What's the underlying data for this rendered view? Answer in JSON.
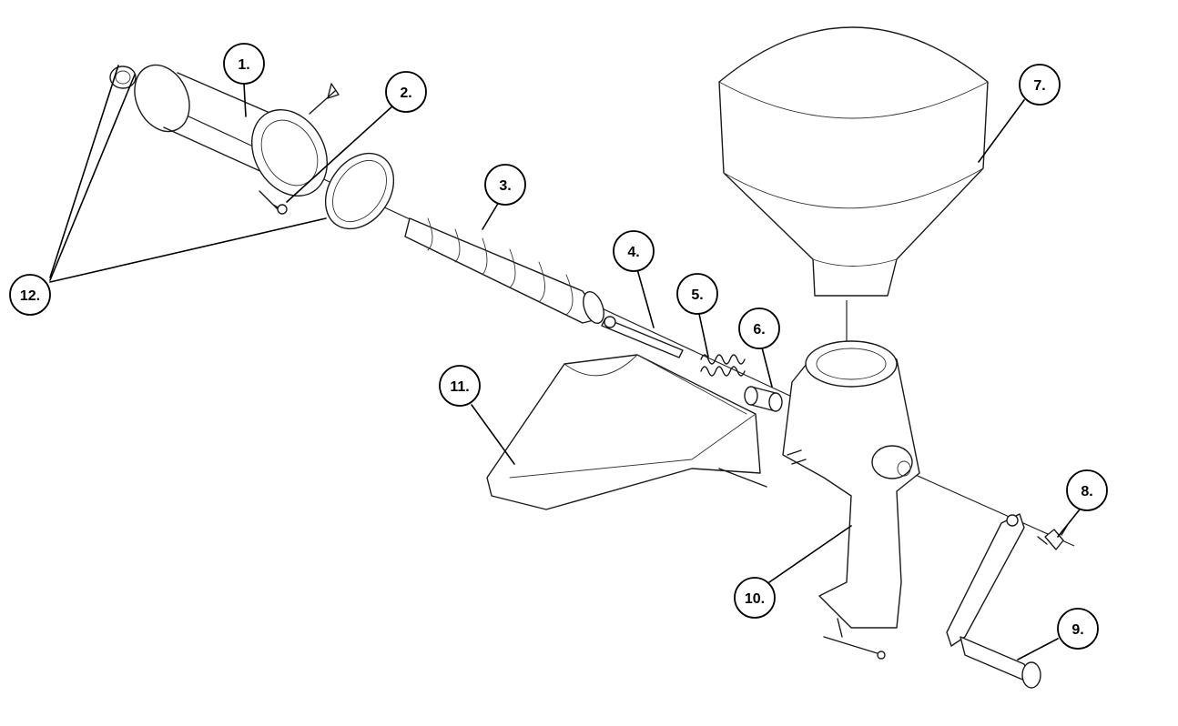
{
  "callouts": [
    {
      "id": "part-1",
      "label": "1."
    },
    {
      "id": "part-2",
      "label": "2."
    },
    {
      "id": "part-3",
      "label": "3."
    },
    {
      "id": "part-4",
      "label": "4."
    },
    {
      "id": "part-5",
      "label": "5."
    },
    {
      "id": "part-6",
      "label": "6."
    },
    {
      "id": "part-7",
      "label": "7."
    },
    {
      "id": "part-8",
      "label": "8."
    },
    {
      "id": "part-9",
      "label": "9."
    },
    {
      "id": "part-10",
      "label": "10."
    },
    {
      "id": "part-11",
      "label": "11."
    },
    {
      "id": "part-12",
      "label": "12."
    }
  ]
}
